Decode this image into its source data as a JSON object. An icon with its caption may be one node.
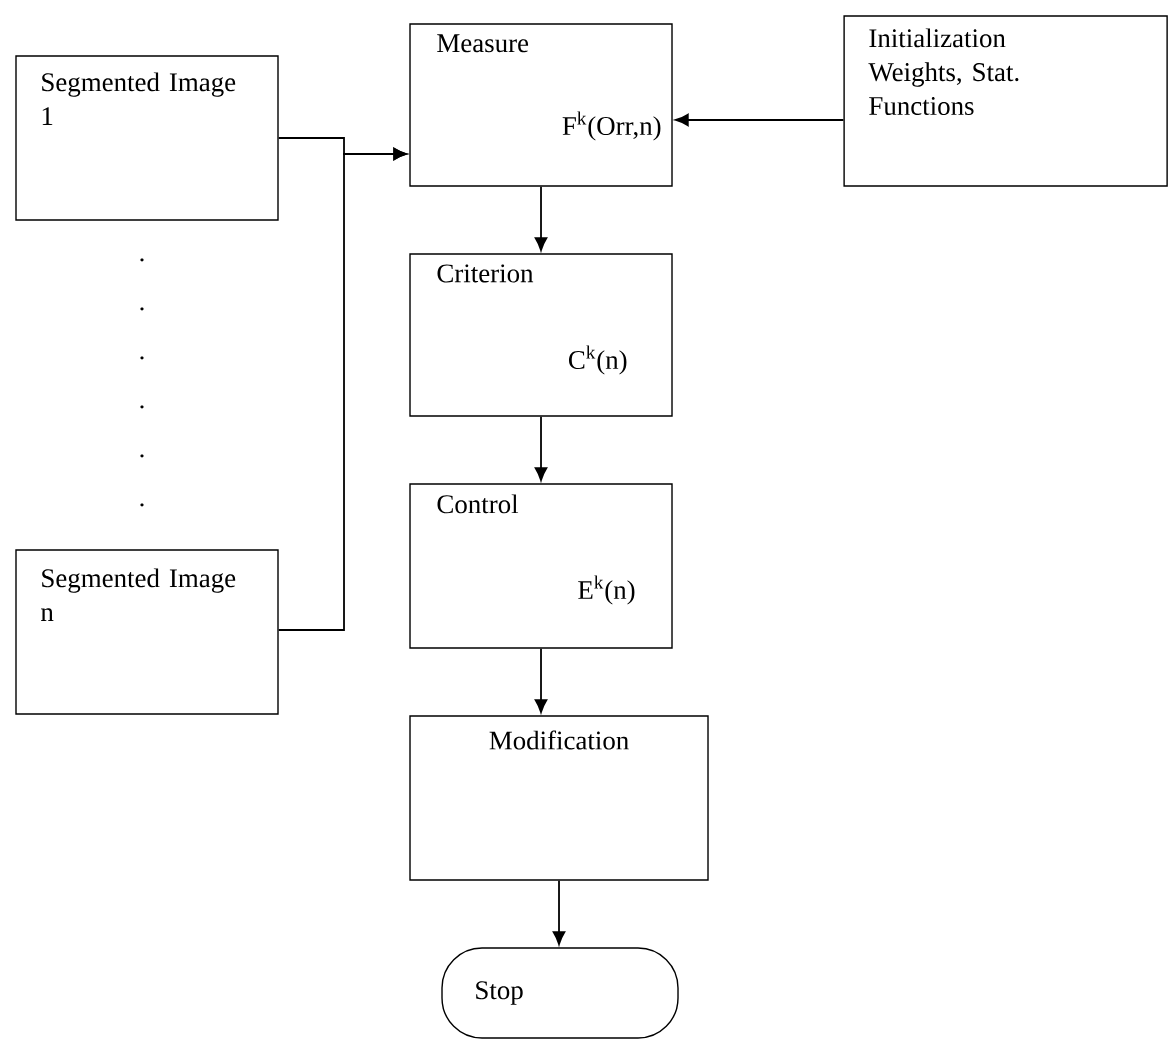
{
  "diagram": {
    "nodes": [
      {
        "text": [
          "Segmented Image 1"
        ]
      },
      {
        "text": [
          "Segmented Image n"
        ]
      },
      {
        "text": [
          "Measure",
          "F$^{k}$(Orr,n)"
        ]
      },
      {
        "text": [
          "Initialization Weights, Stat. Functions"
        ]
      },
      {
        "text": [
          "Criterion",
          "C$^{k}$(n)"
        ]
      },
      {
        "text": [
          "Control",
          "E$^{k}$(n)"
        ]
      },
      {
        "text": [
          "Modification"
        ]
      },
      {
        "text": [
          "Stop"
        ]
      }
    ],
    "edges": [
      {
        "from": 0,
        "to": 2,
        "arrow": "to"
      },
      {
        "from": 1,
        "to": 2,
        "arrow": "to"
      },
      {
        "from": 3,
        "to": 2,
        "arrow": "to"
      },
      {
        "from": 2,
        "to": 4,
        "arrow": "to"
      },
      {
        "from": 4,
        "to": 5,
        "arrow": "to"
      },
      {
        "from": 5,
        "to": 6,
        "arrow": "to"
      },
      {
        "from": 6,
        "to": 7,
        "arrow": "to"
      }
    ],
    "labels": [
      ".",
      ".",
      ".",
      ".",
      ".",
      "."
    ]
  }
}
